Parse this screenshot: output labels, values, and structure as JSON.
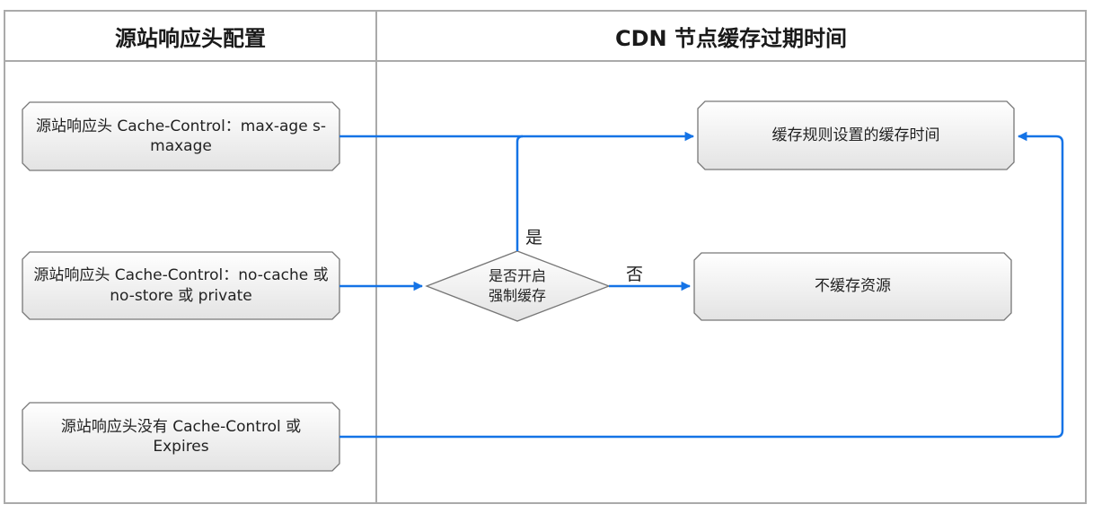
{
  "headers": {
    "left": "源站响应头配置",
    "right": "CDN 节点缓存过期时间"
  },
  "sources": {
    "max_age": "源站响应头 Cache-Control：max-age s-maxage",
    "no_cache": "源站响应头 Cache-Control：no-cache 或 no-store 或 private",
    "none": "源站响应头没有 Cache-Control 或 Expires"
  },
  "decision": {
    "question": "是否开启强制缓存",
    "yes": "是",
    "no": "否"
  },
  "results": {
    "rule_time": "缓存规则设置的缓存时间",
    "no_cache": "不缓存资源"
  },
  "colors": {
    "arrow": "#1473e6",
    "border": "#aaaaaa",
    "box_fill_top": "#ffffff",
    "box_fill_bottom": "#e3e3e3",
    "box_stroke": "#777777"
  }
}
